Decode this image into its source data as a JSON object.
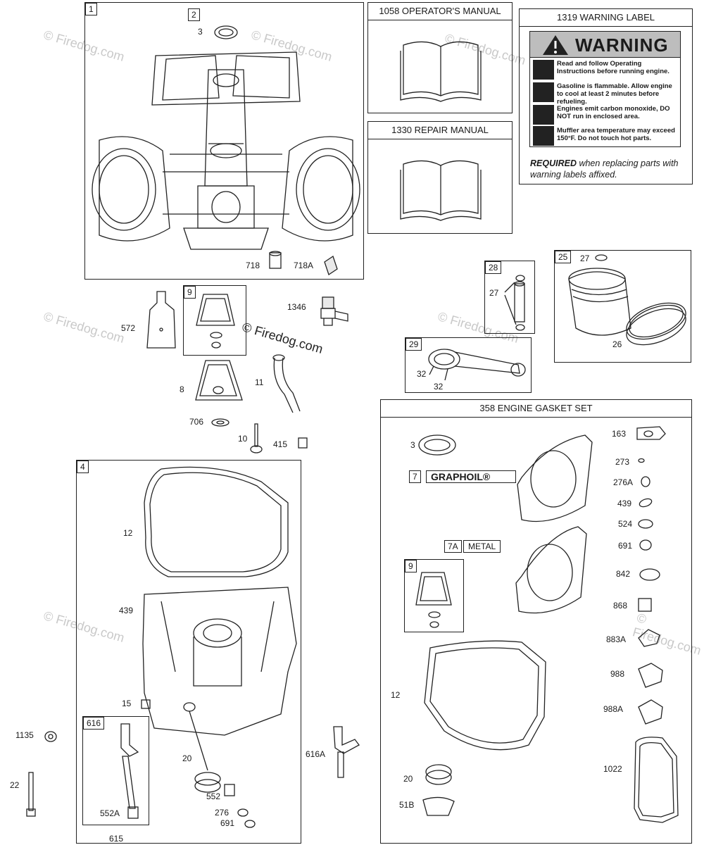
{
  "watermark": "© Firedog.com",
  "center_watermark": "© Firedog.com",
  "boxes": {
    "cylinder": {
      "num": "1",
      "sub_tag": "2",
      "labels": [
        "3",
        "718",
        "718A"
      ]
    },
    "operators_manual": {
      "title": "1058 OPERATOR'S MANUAL"
    },
    "repair_manual": {
      "title": "1330 REPAIR MANUAL"
    },
    "warning_label": {
      "title": "1319 WARNING LABEL",
      "card_title": "WARNING",
      "rows": [
        "Read and follow Operating Instructions before running engine.",
        "Gasoline is flammable. Allow engine to cool at least 2 minutes before refueling.",
        "Engines emit carbon monoxide, DO NOT run in enclosed area.",
        "Muffler area temperature may exceed 150°F. Do not touch hot parts."
      ],
      "required_bold": "REQUIRED",
      "required_rest": " when replacing parts with warning labels affixed."
    },
    "ring_pin": {
      "num": "28",
      "label": "27"
    },
    "piston": {
      "num": "25",
      "labels": [
        "27",
        "26"
      ]
    },
    "conrod": {
      "num": "29",
      "labels": [
        "32",
        "32"
      ]
    },
    "valve_gasket": {
      "num": "9"
    },
    "crankcase": {
      "num": "4",
      "sub_tag": "616",
      "labels": [
        "12",
        "439",
        "15",
        "20",
        "552",
        "276",
        "691",
        "552A",
        "615"
      ]
    },
    "gasket_set": {
      "title": "358 ENGINE GASKET SET",
      "graphoil_num": "7",
      "graphoil_text": "GRAPHOIL®",
      "metal_num": "7A",
      "metal_text": "METAL",
      "inner_tag": "9",
      "left_labels": [
        "3",
        "12",
        "20",
        "51B"
      ],
      "right_labels": [
        "163",
        "273",
        "276A",
        "439",
        "524",
        "691",
        "842",
        "868",
        "883A",
        "988",
        "988A",
        "1022"
      ]
    }
  },
  "loose_labels": [
    "572",
    "1346",
    "8",
    "11",
    "706",
    "10",
    "415",
    "1135",
    "22",
    "616A"
  ]
}
